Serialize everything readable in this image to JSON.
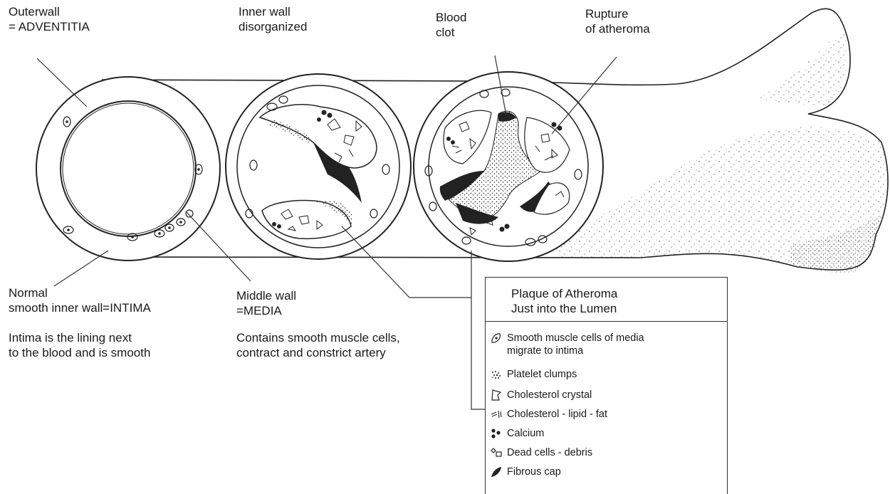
{
  "labels": {
    "outer_wall_1": "Outerwall",
    "outer_wall_2": "= ADVENTITIA",
    "inner_wall_1": "Inner wall",
    "inner_wall_2": "disorganized",
    "blood_clot_1": "Blood",
    "blood_clot_2": "clot",
    "rupture_1": "Rupture",
    "rupture_2": "of atheroma",
    "normal_1": "Normal",
    "normal_2": "smooth inner wall=INTIMA",
    "intima_desc_1": "Intima is the lining next",
    "intima_desc_2": "to the blood and is smooth",
    "middle_wall_1": "Middle wall",
    "middle_wall_2": "=MEDIA",
    "media_desc_1": "Contains smooth muscle cells,",
    "media_desc_2": "contract and constrict artery"
  },
  "legend": {
    "title_1": "Plaque of Atheroma",
    "title_2": "Just into the Lumen",
    "items": [
      {
        "icon": "smooth-muscle-cell-icon",
        "text_1": "Smooth muscle cells of media",
        "text_2": "migrate to intima"
      },
      {
        "icon": "platelet-clump-icon",
        "text_1": "Platelet clumps"
      },
      {
        "icon": "cholesterol-crystal-icon",
        "text_1": "Cholesterol crystal"
      },
      {
        "icon": "lipid-icon",
        "text_1": "Cholesterol - lipid - fat"
      },
      {
        "icon": "calcium-icon",
        "text_1": "Calcium"
      },
      {
        "icon": "dead-cells-icon",
        "text_1": "Dead cells - debris"
      },
      {
        "icon": "fibrous-cap-icon",
        "text_1": "Fibrous cap"
      }
    ]
  }
}
